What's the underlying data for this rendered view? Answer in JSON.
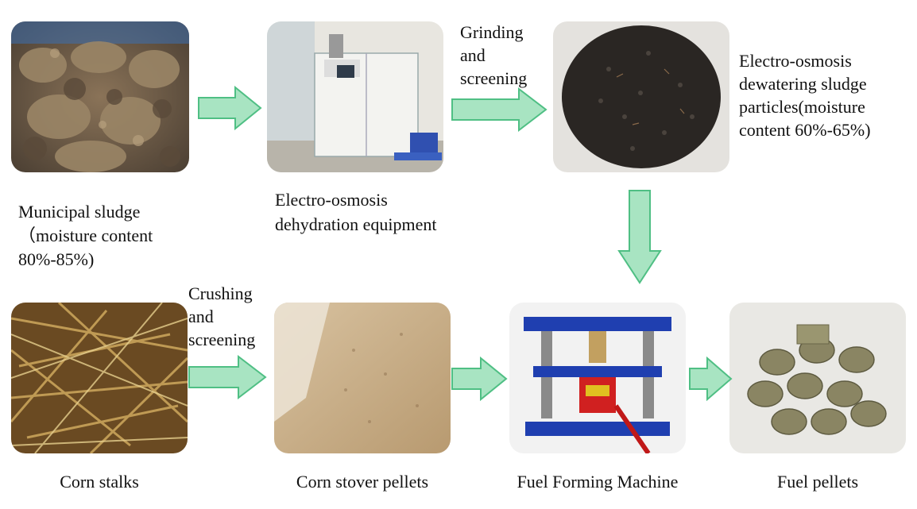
{
  "labels": {
    "municipal_sludge_line1": "Municipal sludge",
    "municipal_sludge_line2": "（moisture content",
    "municipal_sludge_line3": "80%-85%)",
    "eo_equipment_line1": "Electro-osmosis",
    "eo_equipment_line2": "dehydration equipment",
    "grinding_line1": "Grinding",
    "grinding_line2": "and",
    "grinding_line3": "screening",
    "eo_particles_line1": "Electro-osmosis",
    "eo_particles_line2": "dewatering sludge",
    "eo_particles_line3": "particles(moisture",
    "eo_particles_line4": "content 60%-65%)",
    "crushing_line1": "Crushing",
    "crushing_line2": "and",
    "crushing_line3": "screening",
    "corn_stalks": "Corn stalks",
    "corn_stover_pellets": "Corn stover pellets",
    "fuel_forming_machine": "Fuel Forming Machine",
    "fuel_pellets": "Fuel pellets"
  },
  "colors": {
    "arrow_fill": "#a8e4c2",
    "arrow_stroke": "#4fbf84"
  }
}
